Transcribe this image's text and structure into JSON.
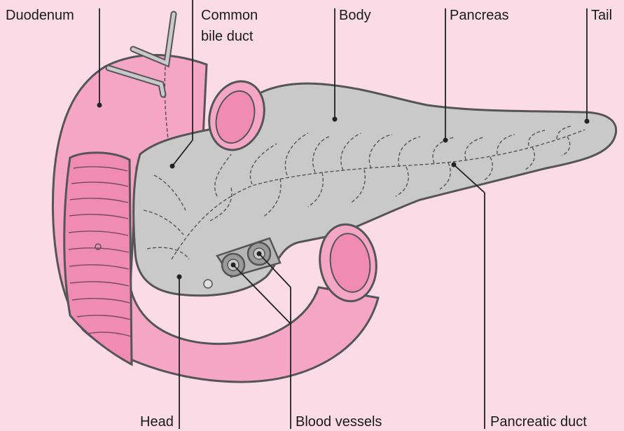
{
  "labels": {
    "duodenum": "Duodenum",
    "common_bile_duct_line1": "Common",
    "common_bile_duct_line2": "bile duct",
    "body": "Body",
    "pancreas": "Pancreas",
    "tail": "Tail",
    "head": "Head",
    "blood_vessels": "Blood vessels",
    "pancreatic_duct": "Pancreatic duct"
  },
  "colors": {
    "background": "#fadbe6",
    "duodenum_fill": "#f4a6c4",
    "duodenum_inner": "#f08bb4",
    "pancreas_fill": "#c9c9c9",
    "outline": "#555555",
    "leader": "#222222"
  }
}
